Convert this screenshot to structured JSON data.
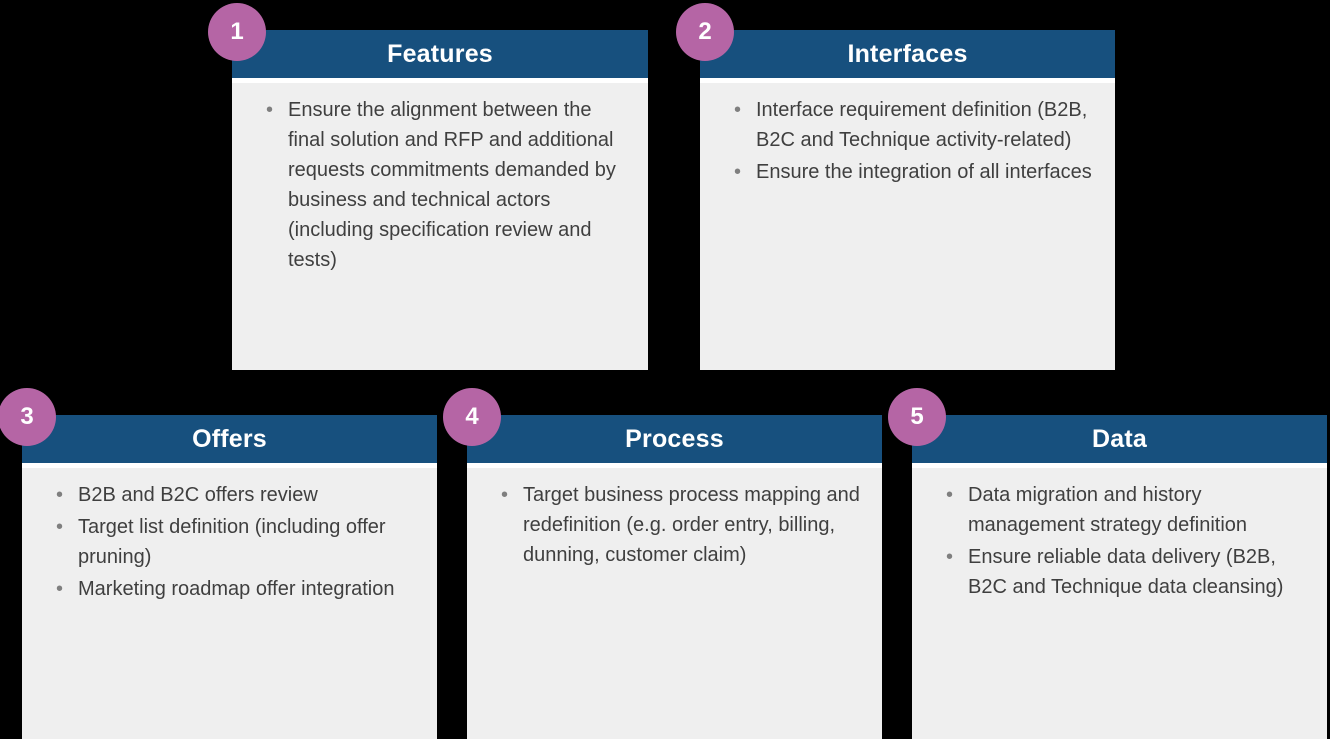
{
  "colors": {
    "background": "#000000",
    "header_bg": "#17507e",
    "body_bg": "#efefef",
    "badge_bg": "#b565a5",
    "title_color": "#ffffff",
    "text_color": "#3f3f3f"
  },
  "cards": [
    {
      "number": "1",
      "title": "Features",
      "bullets": [
        "Ensure the alignment between the final solution and RFP and additional requests commitments demanded by business and technical actors (including specification review and tests)"
      ]
    },
    {
      "number": "2",
      "title": "Interfaces",
      "bullets": [
        "Interface requirement definition (B2B, B2C and Technique activity-related)",
        "Ensure the integration of all interfaces"
      ]
    },
    {
      "number": "3",
      "title": "Offers",
      "bullets": [
        "B2B and B2C offers review",
        "Target list definition (including offer pruning)",
        "Marketing roadmap offer integration"
      ]
    },
    {
      "number": "4",
      "title": "Process",
      "bullets": [
        "Target business process mapping and redefinition (e.g. order entry, billing, dunning, customer claim)"
      ]
    },
    {
      "number": "5",
      "title": "Data",
      "bullets": [
        "Data migration and history management strategy definition",
        "Ensure reliable data delivery (B2B, B2C and Technique data cleansing)"
      ]
    }
  ]
}
